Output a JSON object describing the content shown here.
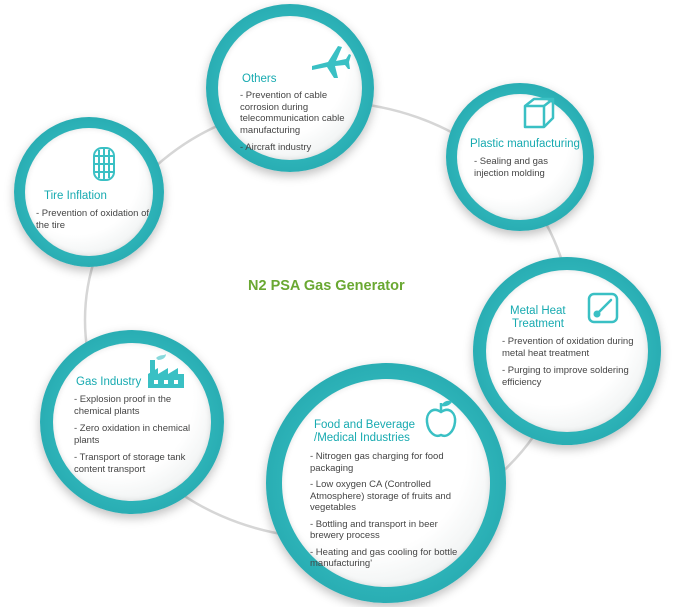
{
  "center_title": "N2 PSA Gas Generator",
  "colors": {
    "teal": "#2db3b8",
    "title": "#17aab0",
    "center": "#6aa832",
    "ring": "#d6d6d6"
  },
  "nodes": {
    "others": {
      "title": "Others",
      "icon": "airplane-icon",
      "items": [
        "- Prevention of cable corrosion during telecommunication cable manufacturing",
        "- Aircraft industry"
      ]
    },
    "plastic": {
      "title": "Plastic manufacturing",
      "icon": "cube-icon",
      "items": [
        "- Sealing and gas injection molding"
      ]
    },
    "tire": {
      "title": "Tire Inflation",
      "icon": "tire-icon",
      "items": [
        "- Prevention of oxidation of the tire"
      ]
    },
    "metal": {
      "title_line1": "Metal Heat",
      "title_line2": "Treatment",
      "icon": "gauge-icon",
      "items": [
        "- Prevention of oxidation during metal heat treatment",
        "- Purging to improve soldering efficiency"
      ]
    },
    "gas": {
      "title": "Gas Industry",
      "icon": "factory-icon",
      "items": [
        "- Explosion proof in the chemical plants",
        "- Zero oxidation in chemical plants",
        "- Transport of storage tank content transport"
      ]
    },
    "food": {
      "title_line1": "Food and Beverage",
      "title_line2": "/Medical Industries",
      "icon": "apple-icon",
      "items": [
        "- Nitrogen gas charging for food packaging",
        "- Low oxygen CA (Controlled Atmosphere) storage of fruits and vegetables",
        "- Bottling and transport in beer brewery process",
        "- Heating and gas cooling for bottle manufacturing'"
      ]
    }
  }
}
